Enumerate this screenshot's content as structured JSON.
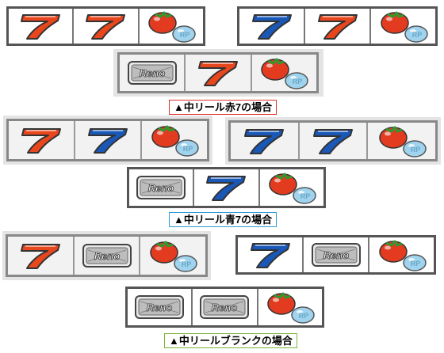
{
  "colors": {
    "red_seven": "#e8461c",
    "blue_seven": "#1a58b8",
    "outline": "#333333",
    "tomato": "#e23b20",
    "rp_ball": "#9fd3ee",
    "leaf": "#2e9a2e",
    "caption_red": "#e0302a",
    "caption_blue": "#2e9ad6",
    "caption_green": "#7bb33a"
  },
  "reno_text": "Reno",
  "rp_text": "RP",
  "captions": {
    "red": "▲中リール赤7の場合",
    "blue": "▲中リール青7の場合",
    "blank": "▲中リールブランクの場合"
  },
  "groups": [
    {
      "id": "red",
      "combos": [
        [
          "seven-red",
          "seven-red",
          "cherry"
        ],
        [
          "seven-blue",
          "seven-red",
          "cherry"
        ],
        [
          "reno",
          "seven-red",
          "cherry"
        ]
      ]
    },
    {
      "id": "blue",
      "combos": [
        [
          "seven-red",
          "seven-blue",
          "cherry"
        ],
        [
          "seven-blue",
          "seven-blue",
          "cherry"
        ],
        [
          "reno",
          "seven-blue",
          "cherry"
        ]
      ]
    },
    {
      "id": "blank",
      "combos": [
        [
          "seven-red",
          "reno",
          "cherry"
        ],
        [
          "seven-blue",
          "reno",
          "cherry"
        ],
        [
          "reno",
          "reno",
          "cherry"
        ]
      ]
    }
  ]
}
